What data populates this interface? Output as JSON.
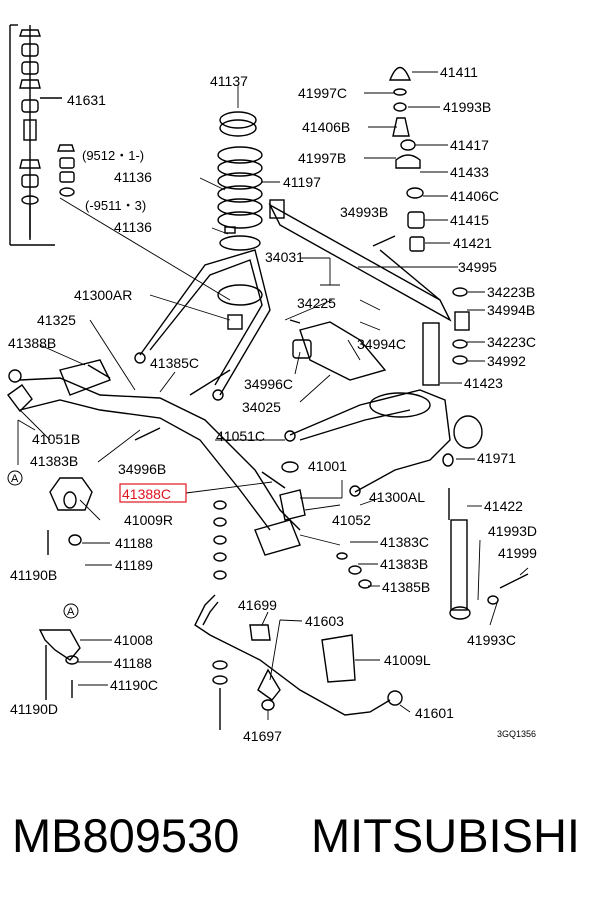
{
  "parts": {
    "p41631": "41631",
    "p41137": "41137",
    "p41411": "41411",
    "p41997C": "41997C",
    "p41993B": "41993B",
    "p41406B": "41406B",
    "p41417": "41417",
    "p41997B": "41997B",
    "p41433": "41433",
    "p41136a": "41136",
    "p41197": "41197",
    "p41406C": "41406C",
    "p34993B": "34993B",
    "p41415": "41415",
    "p41136b": "41136",
    "p41421": "41421",
    "p34031": "34031",
    "p34995": "34995",
    "p41300AR": "41300AR",
    "p34223B": "34223B",
    "p34225": "34225",
    "p34994B": "34994B",
    "p41325": "41325",
    "p34223C": "34223C",
    "p41388B": "41388B",
    "p41385C": "41385C",
    "p34994C": "34994C",
    "p34992": "34992",
    "p34996C": "34996C",
    "p41423": "41423",
    "p34025": "34025",
    "p41051B": "41051B",
    "p41051C": "41051C",
    "p41383B_left": "41383B",
    "p34996B": "34996B",
    "p41001": "41001",
    "p41971": "41971",
    "p41388C": "41388C",
    "p41300AL": "41300AL",
    "p41422": "41422",
    "p41009R": "41009R",
    "p41052": "41052",
    "p41188a": "41188",
    "p41383C": "41383C",
    "p41993D": "41993D",
    "p41190B": "41190B",
    "p41189": "41189",
    "p41383B": "41383B",
    "p41999": "41999",
    "p41385B": "41385B",
    "p41699": "41699",
    "p41993C": "41993C",
    "p41603": "41603",
    "p41008": "41008",
    "p41188b": "41188",
    "p41009L": "41009L",
    "p41190C": "41190C",
    "p41190D": "41190D",
    "p41601": "41601",
    "p41697": "41697"
  },
  "notes": {
    "date_from": "(9512・1-)",
    "date_to": "(-9511・3)"
  },
  "circle_label": "A",
  "ref_code": "3GQ1356",
  "highlight": {
    "part": "41388C",
    "color": "#e0141e"
  },
  "footer": {
    "part_number": "MB809530",
    "brand": "MITSUBISHI"
  }
}
